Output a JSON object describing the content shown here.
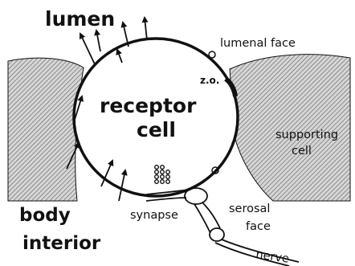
{
  "labels": {
    "lumen": "lumen",
    "lumenal_face": "lumenal face",
    "zo": "z.o.",
    "receptor": "receptor",
    "cell": "cell",
    "supporting": "supporting",
    "supporting_cell": "cell",
    "body": "body",
    "interior": "interior",
    "synapse": "synapse",
    "serosal": "serosal",
    "face": "face",
    "nerve": "nerve"
  },
  "colors": {
    "ink": "#111111",
    "hatch": "#8a8a8a",
    "tissue_fill": "#cfcfcf"
  }
}
